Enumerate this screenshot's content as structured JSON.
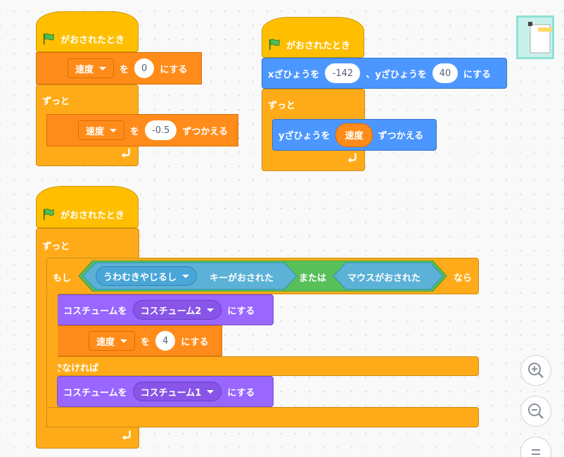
{
  "script1": {
    "hat_label": "がおされたとき",
    "set_var": "速度",
    "set_wo": "を",
    "set_val": "0",
    "set_suru": "にする",
    "forever": "ずっと",
    "change_var": "速度",
    "change_wo": "を",
    "change_val": "-0.5",
    "change_suffix": "ずつかえる"
  },
  "script2": {
    "hat_label": "がおされたとき",
    "goto_x_label": "xざひょうを",
    "goto_x_val": "-142",
    "goto_y_label": "、yざひょうを",
    "goto_y_val": "40",
    "goto_suru": "にする",
    "forever": "ずっと",
    "change_y_label": "yざひょうを",
    "change_y_reporter": "速度",
    "change_y_suffix": "ずつかえる"
  },
  "script3": {
    "hat_label": "がおされたとき",
    "forever": "ずっと",
    "if_label": "もし",
    "key_option": "うわむきやじるし",
    "key_suffix": "キーがおされた",
    "or_label": "または",
    "mouse_label": "マウスがおされた",
    "then_label": "なら",
    "costume1_label": "コスチュームを",
    "costume1_val": "コスチューム2",
    "costume1_suru": "にする",
    "set_var": "速度",
    "set_wo": "を",
    "set_val": "4",
    "set_suru": "にする",
    "else_label": "でなければ",
    "costume2_label": "コスチュームを",
    "costume2_val": "コスチューム1",
    "costume2_suru": "にする"
  },
  "colors": {
    "events": "#ffbf00",
    "control": "#ffab19",
    "variables": "#ff8c1a",
    "motion": "#4c97ff",
    "looks": "#9966ff",
    "sensing": "#5cb1d6",
    "operators": "#59c059"
  },
  "zoom_controls": [
    "zoom-in-icon",
    "zoom-out-icon",
    "zoom-reset-icon"
  ]
}
